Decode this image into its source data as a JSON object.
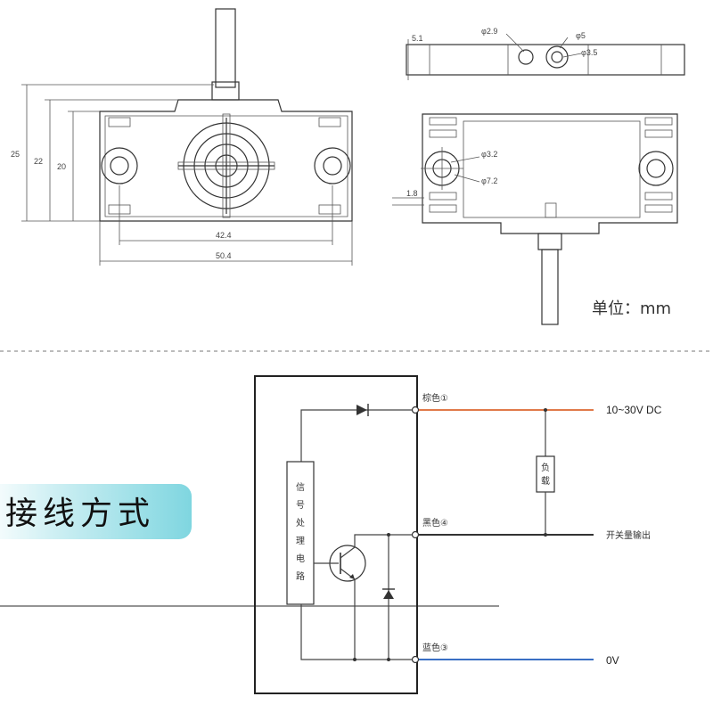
{
  "dimensions": {
    "height_25": "25",
    "height_22": "22",
    "height_20": "20",
    "width_42_4": "42.4",
    "width_50_4": "50.4",
    "thickness_5_1": "5.1",
    "hole_phi_2_9": "φ2.9",
    "hole_phi_5": "φ5",
    "hole_phi_3_5": "φ3.5",
    "hole_phi_3_2": "φ3.2",
    "hole_phi_7_2": "φ7.2",
    "offset_1_8": "1.8"
  },
  "unit_label": "单位：mm",
  "wiring": {
    "title": "接线方式",
    "brown_label": "棕色①",
    "black_label": "黑色④",
    "blue_label": "蓝色③",
    "supply_label": "10~30V DC",
    "output_label": "开关量输出",
    "zero_label": "0V",
    "load_label": "负载",
    "circuit_label": "信号处理电路"
  },
  "colors": {
    "brown_wire": "#e07a4a",
    "black_wire": "#333333",
    "blue_wire": "#3a6fc4",
    "title_bg_start": "#7fd6e0",
    "title_bg_end": "#e8f8fa"
  }
}
